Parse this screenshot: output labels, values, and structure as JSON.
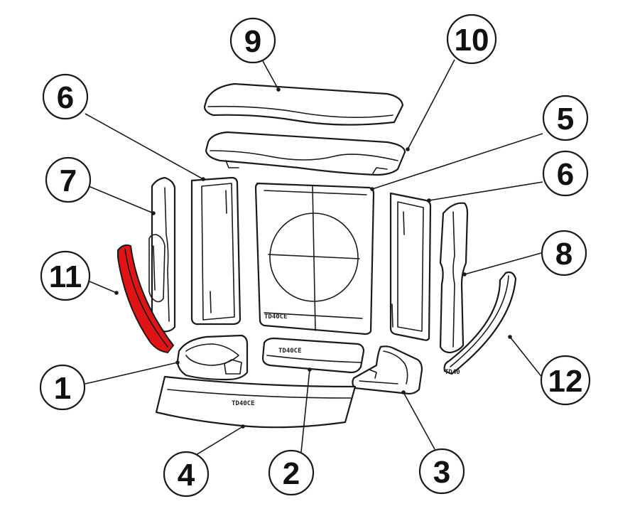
{
  "colors": {
    "highlight": "#e01414",
    "line": "#1a1a1a",
    "background": "#ffffff"
  },
  "callouts": [
    {
      "id": "c1",
      "label": "1"
    },
    {
      "id": "c2",
      "label": "2"
    },
    {
      "id": "c3",
      "label": "3"
    },
    {
      "id": "c4",
      "label": "4"
    },
    {
      "id": "c5",
      "label": "5"
    },
    {
      "id": "c6a",
      "label": "6"
    },
    {
      "id": "c6b",
      "label": "6"
    },
    {
      "id": "c7",
      "label": "7"
    },
    {
      "id": "c8",
      "label": "8"
    },
    {
      "id": "c9",
      "label": "9"
    },
    {
      "id": "c10",
      "label": "10"
    },
    {
      "id": "c11",
      "label": "11"
    },
    {
      "id": "c12",
      "label": "12"
    }
  ],
  "highlighted_part": "11"
}
